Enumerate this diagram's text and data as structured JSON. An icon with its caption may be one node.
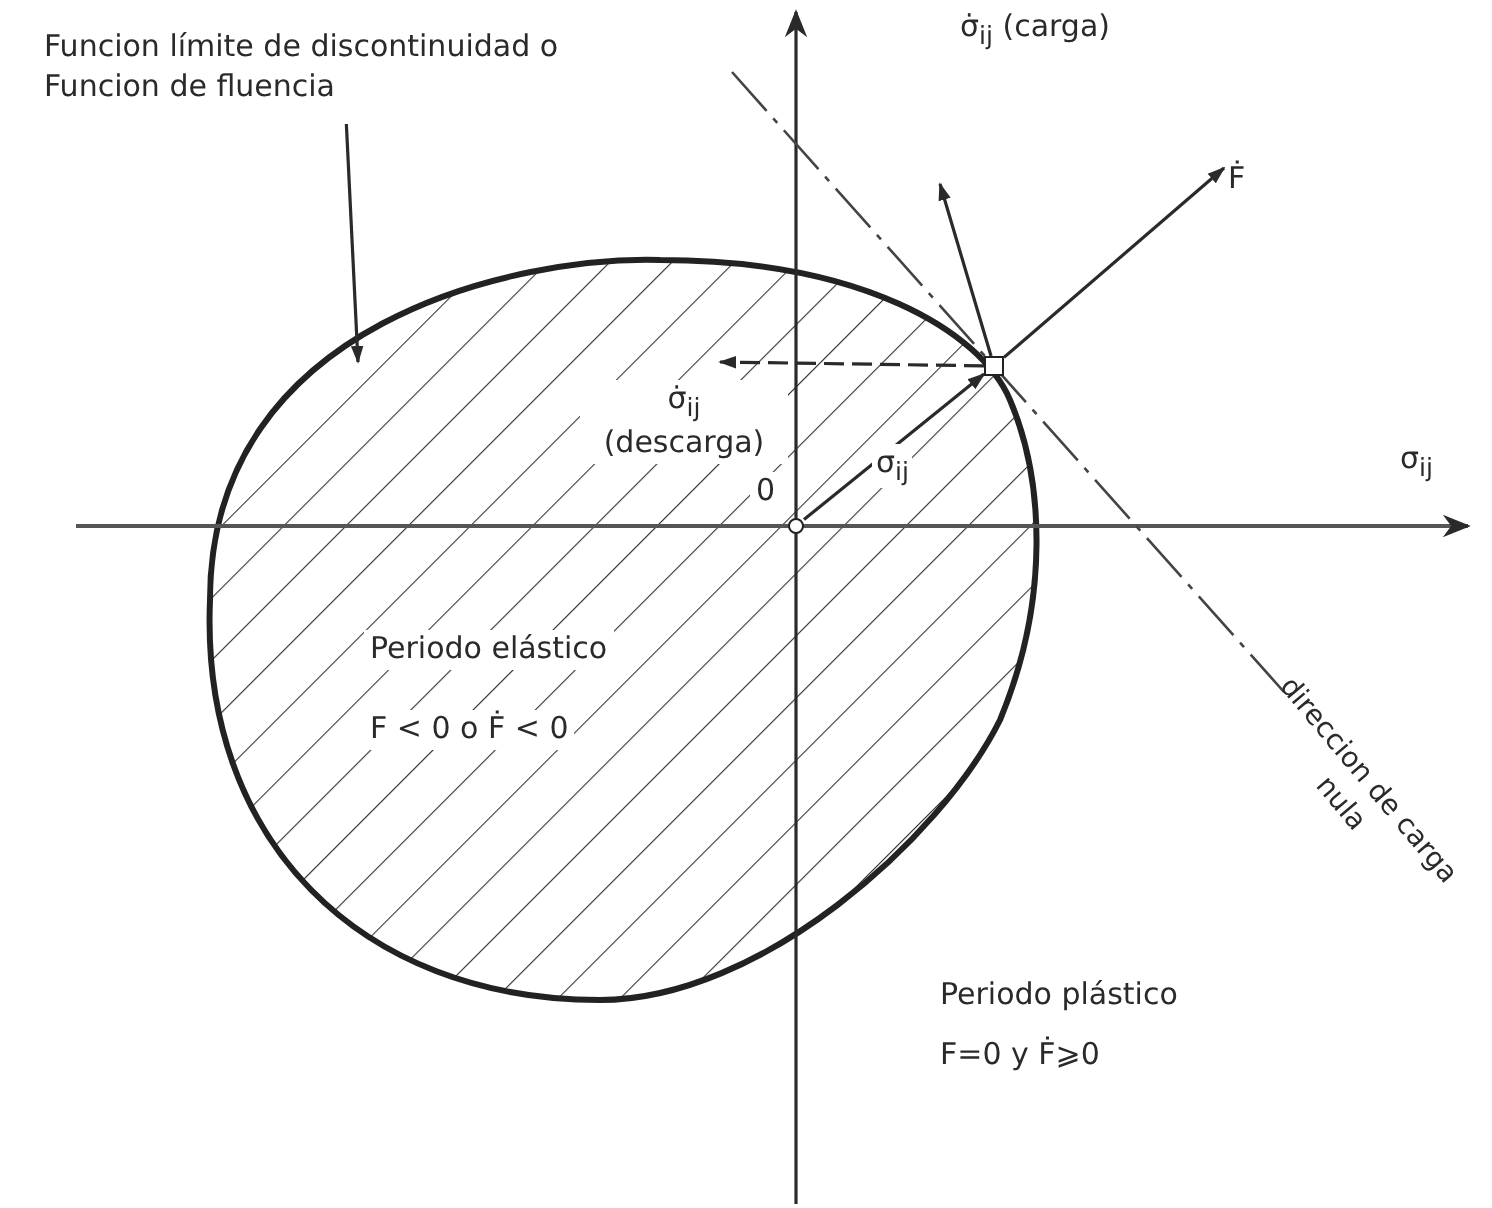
{
  "diagram": {
    "nodes": [
      {
        "text": [
          "Funcion límite de discontinuidad o Funcion de fluencia"
        ]
      },
      {
        "text": [],
        "shape": "circle"
      },
      {
        "text": [],
        "shape": "box",
        "in": 1
      },
      {
        "text": [],
        "shape": "circle",
        "in": 1
      }
    ],
    "edges": [
      {
        "from": 0,
        "to": 1,
        "arrow": "to"
      },
      {
        "from": 3,
        "to": 2,
        "arrow": "to",
        "label": "σ$_{ij}$"
      },
      {
        "from": 2,
        "to": null,
        "arrow": "to",
        "label": "σ̇$_{ij}$ (carga)"
      },
      {
        "from": 2,
        "to": null,
        "arrow": "to",
        "label": "Ḟ"
      },
      {
        "from": 2,
        "to": null,
        "arrow": "to",
        "label": "σ̇$_{ij}$ (descarga)",
        "style": "dashed"
      }
    ],
    "labels": [
      "σ$_{ij}$",
      "0",
      "Periodo elástico",
      "F < 0 o Ḟ < 0",
      "direccion de carga nula",
      "Periodo plástico",
      "F=0 y Ḟ⩾0"
    ]
  }
}
